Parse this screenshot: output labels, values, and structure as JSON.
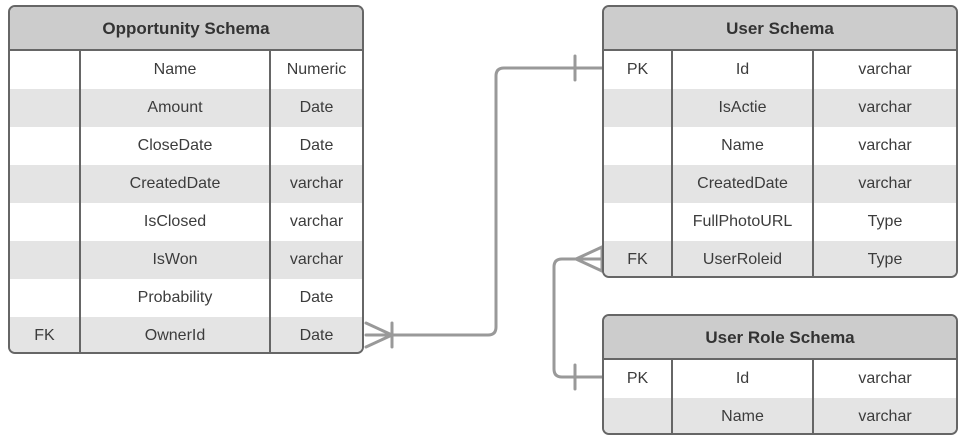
{
  "diagram": {
    "type": "entity-relationship-diagram",
    "notation": "crow-foot",
    "background_color": "#ffffff",
    "header_color": "#cccccc",
    "border_color": "#666666",
    "alt_row_color": "#e4e4e4",
    "row_color": "#ffffff",
    "connector_color": "#999999",
    "text_color": "#3c3c3c"
  },
  "entities": [
    {
      "id": "opportunity-schema",
      "title": "Opportunity Schema",
      "columns": [
        {
          "key": "",
          "name": "Name",
          "type": "Numeric"
        },
        {
          "key": "",
          "name": "Amount",
          "type": "Date"
        },
        {
          "key": "",
          "name": "CloseDate",
          "type": "Date"
        },
        {
          "key": "",
          "name": "CreatedDate",
          "type": "varchar"
        },
        {
          "key": "",
          "name": "IsClosed",
          "type": "varchar"
        },
        {
          "key": "",
          "name": "IsWon",
          "type": "varchar"
        },
        {
          "key": "",
          "name": "Probability",
          "type": "Date"
        },
        {
          "key": "FK",
          "name": "OwnerId",
          "type": "Date"
        }
      ]
    },
    {
      "id": "user-schema",
      "title": "User Schema",
      "columns": [
        {
          "key": "PK",
          "name": "Id",
          "type": "varchar"
        },
        {
          "key": "",
          "name": "IsActie",
          "type": "varchar"
        },
        {
          "key": "",
          "name": "Name",
          "type": "varchar"
        },
        {
          "key": "",
          "name": "CreatedDate",
          "type": "varchar"
        },
        {
          "key": "",
          "name": "FullPhotoURL",
          "type": "Type"
        },
        {
          "key": "FK",
          "name": "UserRoleid",
          "type": "Type"
        }
      ]
    },
    {
      "id": "user-role-schema",
      "title": "User Role Schema",
      "columns": [
        {
          "key": "PK",
          "name": "Id",
          "type": "varchar"
        },
        {
          "key": "",
          "name": "Name",
          "type": "varchar"
        }
      ]
    }
  ],
  "relationships": [
    {
      "id": "opportunity-ownerid-to-user-id",
      "from_entity": "opportunity-schema",
      "from_column": "OwnerId",
      "from_cardinality": "many",
      "to_entity": "user-schema",
      "to_column": "Id",
      "to_cardinality": "one"
    },
    {
      "id": "user-userroleid-to-userrole-id",
      "from_entity": "user-schema",
      "from_column": "UserRoleid",
      "from_cardinality": "many",
      "to_entity": "user-role-schema",
      "to_column": "Id",
      "to_cardinality": "one"
    }
  ]
}
